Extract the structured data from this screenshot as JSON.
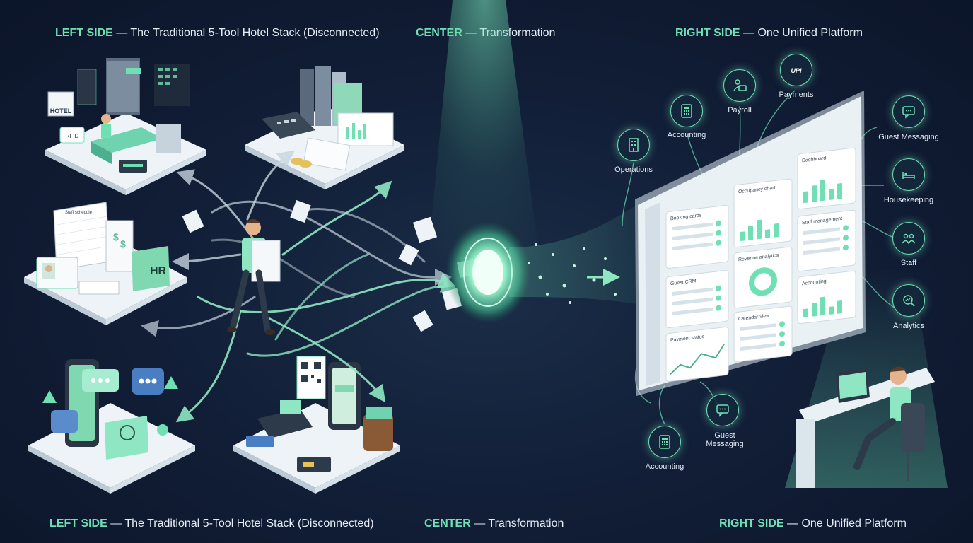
{
  "headers_top": {
    "left": {
      "accent": "LEFT SIDE",
      "rest": " — The Traditional 5-Tool Hotel Stack (Disconnected)"
    },
    "center": {
      "accent": "CENTER",
      "rest": " — Transformation"
    },
    "right": {
      "accent": "RIGHT SIDE",
      "rest": " — One Unified Platform"
    }
  },
  "headers_bottom": {
    "left": {
      "accent": "LEFT SIDE",
      "rest": " — The Traditional 5-Tool Hotel Stack (Disconnected)"
    },
    "center": {
      "accent": "CENTER",
      "rest": " — Transformation"
    },
    "right": {
      "accent": "RIGHT SIDE",
      "rest": " — One Unified Platform"
    }
  },
  "left_tools": {
    "hotel_sign": "HOTEL",
    "rfid": "RFID",
    "hr": "HR",
    "staff_schedule": "Staff schedule"
  },
  "dashboard_cards": [
    {
      "label": "Booking cards"
    },
    {
      "label": "Occupancy chart"
    },
    {
      "label": "Dashboard"
    },
    {
      "label": "Guest CRM"
    },
    {
      "label": "Revenue analytics"
    },
    {
      "label": "Staff management"
    },
    {
      "label": "Payment status"
    },
    {
      "label": "Calendar view"
    },
    {
      "label": "Accounting"
    }
  ],
  "nodes": [
    {
      "id": "operations",
      "label": "Operations",
      "icon": "building-icon"
    },
    {
      "id": "accounting",
      "label": "Accounting",
      "icon": "calculator-icon"
    },
    {
      "id": "payroll",
      "label": "Payroll",
      "icon": "payroll-icon"
    },
    {
      "id": "payments",
      "label": "Payments",
      "icon": "upi-icon",
      "badge": "UPI"
    },
    {
      "id": "guest_messaging",
      "label": "Guest Messaging",
      "icon": "chat-icon"
    },
    {
      "id": "housekeeping",
      "label": "Housekeeping",
      "icon": "bed-icon"
    },
    {
      "id": "staff",
      "label": "Staff",
      "icon": "people-icon"
    },
    {
      "id": "analytics",
      "label": "Analytics",
      "icon": "analytics-icon"
    },
    {
      "id": "guest_messaging_low",
      "label": "Guest\nMessaging",
      "icon": "chat-icon"
    },
    {
      "id": "accounting_low",
      "label": "Accounting",
      "icon": "calculator-icon"
    }
  ],
  "colors": {
    "accent": "#6ee0b4",
    "background": "#121f38",
    "platform": "#e9f1f4",
    "green": "#7fd8b0"
  }
}
